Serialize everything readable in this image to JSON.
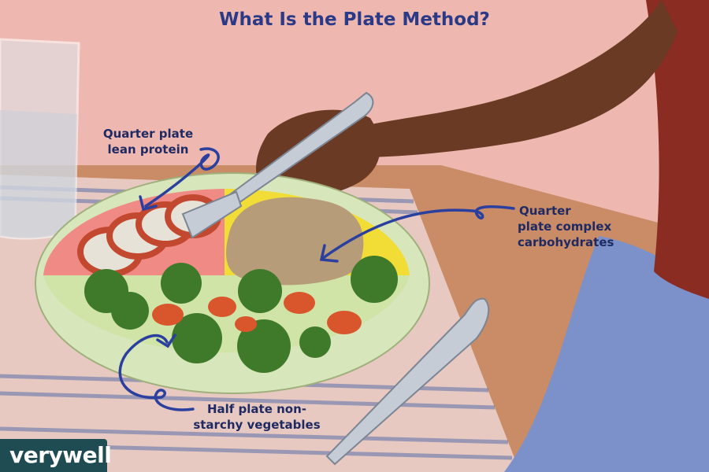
{
  "title": "What Is the Plate Method?",
  "labels": {
    "protein": [
      "Quarter plate",
      "lean protein"
    ],
    "carbohydrates": [
      "Quarter",
      "plate complex",
      "carbohydrates"
    ],
    "vegetables": [
      "Half plate non-",
      "starchy vegetables"
    ]
  },
  "logo": "verywell",
  "colors": {
    "wall": "#eeb8b0",
    "table": "#c98c66",
    "placemat": "#e7c9c1",
    "plate_rim": "#d8e6bc",
    "protein_section": "#f08a84",
    "carb_section": "#f1dd35",
    "veg_section": "#cfe4a6",
    "arrow": "#2b3f9f",
    "text": "#1f2a63",
    "logo_bg": "#1f4b52"
  }
}
